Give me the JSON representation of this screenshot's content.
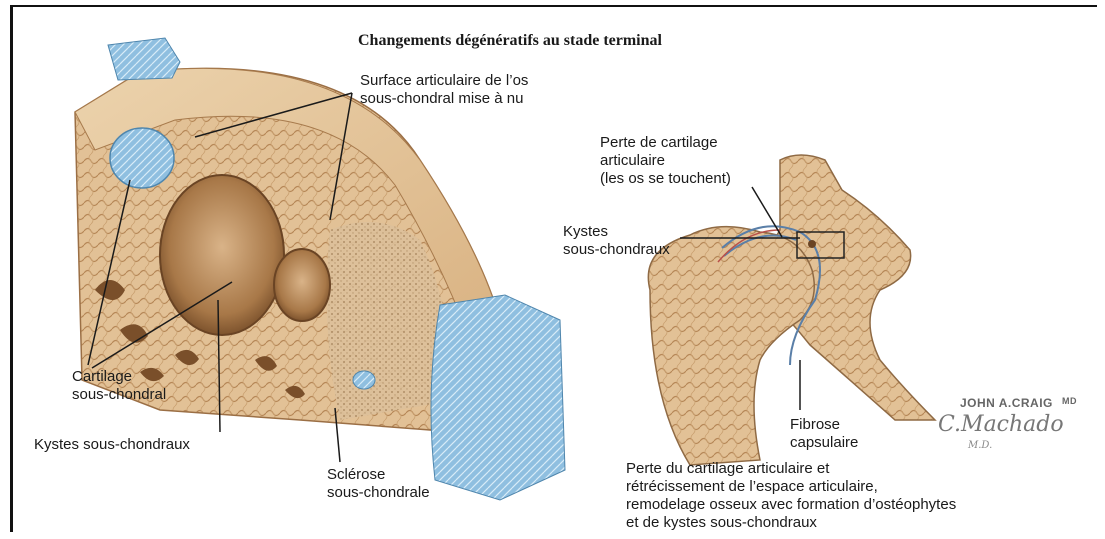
{
  "figure": {
    "title": "Changements dégénératifs au stade terminal",
    "labels": {
      "surface_line1": "Surface articulaire de l’os",
      "surface_line2": "sous-chondral mise à nu",
      "cartilage_line1": "Cartilage",
      "cartilage_line2": "sous-chondral",
      "kystes_left": "Kystes sous-chondraux",
      "sclerose_line1": "Sclérose",
      "sclerose_line2": "sous-chondrale",
      "perte_line1": "Perte de cartilage",
      "perte_line2": "articulaire",
      "perte_line3": "(les os se touchent)",
      "kystes_right_line1": "Kystes",
      "kystes_right_line2": "sous-chondraux",
      "fibrose_line1": "Fibrose",
      "fibrose_line2": "capsulaire"
    },
    "caption": {
      "line1": "Perte du cartilage articulaire et",
      "line2": "rétrécissement de l’espace articulaire,",
      "line3": "remodelage osseux avec formation d’ostéophytes",
      "line4": "et de kystes sous-chondraux"
    },
    "signature": {
      "artist1": "JOHN A.CRAIG",
      "artist1_suffix": "MD",
      "artist2": "C.Machado",
      "artist2_suffix": "M.D."
    }
  },
  "colors": {
    "bone": "#e6c9a2",
    "bone_dark": "#b98a5e",
    "cartilage": "#7fb2d6",
    "cavity": "#8a5d35",
    "ink": "#1a1a1a"
  }
}
